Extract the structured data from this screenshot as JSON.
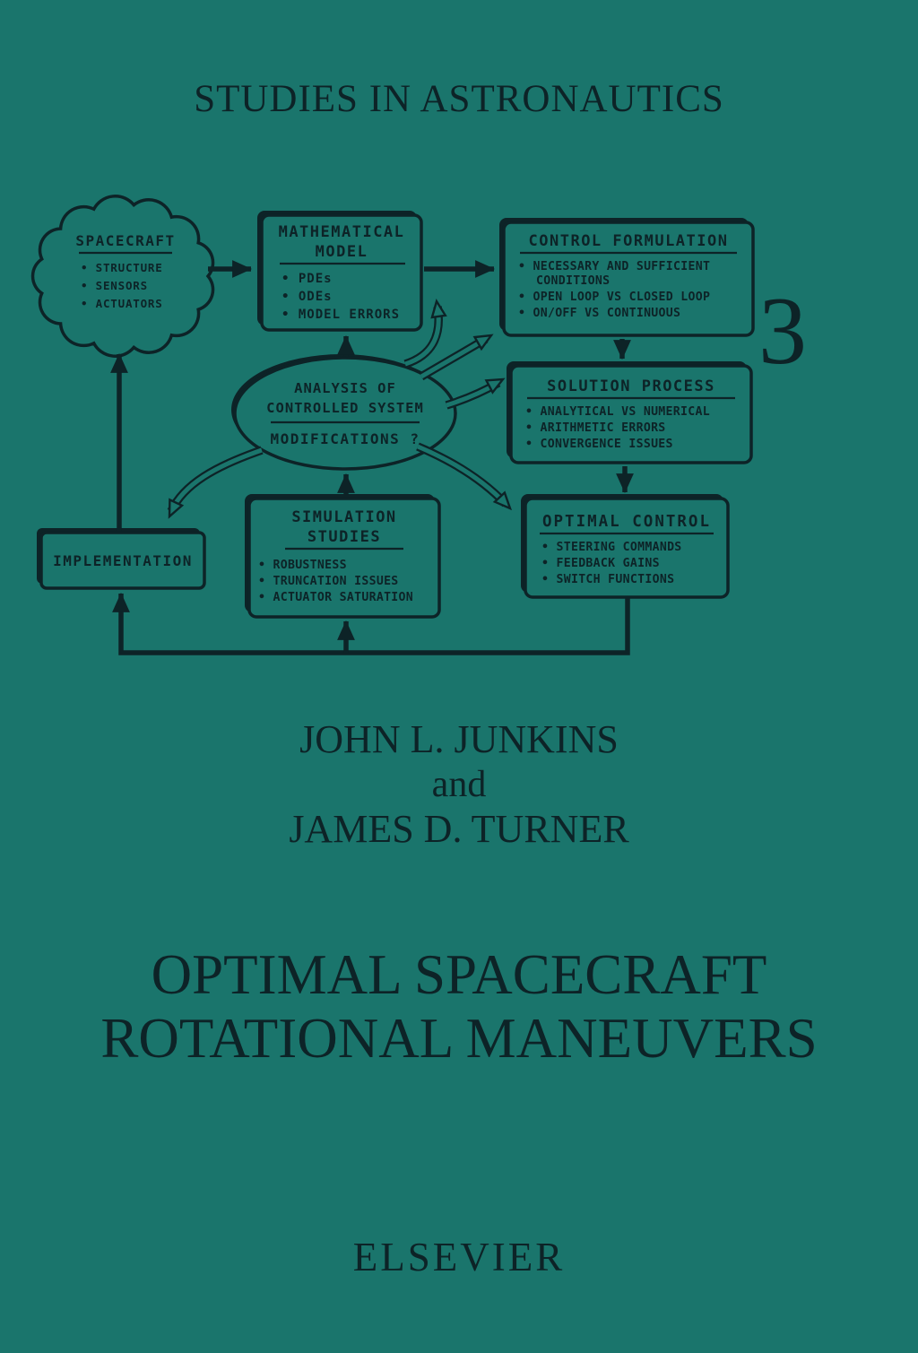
{
  "cover": {
    "series_title": "STUDIES IN ASTRONAUTICS",
    "volume_number": "3",
    "authors": [
      "JOHN L. JUNKINS",
      "JAMES D. TURNER"
    ],
    "author_separator": "and",
    "title_line1": "OPTIMAL SPACECRAFT",
    "title_line2": "ROTATIONAL MANEUVERS",
    "publisher": "ELSEVIER",
    "colors": {
      "background": "#1A756C",
      "ink": "#0D2327"
    }
  },
  "diagram": {
    "spacecraft": {
      "title": "SPACECRAFT",
      "items": [
        "• STRUCTURE",
        "• SENSORS",
        "• ACTUATORS"
      ]
    },
    "mathematical_model": {
      "title_line1": "MATHEMATICAL",
      "title_line2": "MODEL",
      "items": [
        "• PDEs",
        "• ODEs",
        "• MODEL ERRORS"
      ]
    },
    "control_formulation": {
      "title": "CONTROL FORMULATION",
      "items": [
        "• NECESSARY AND SUFFICIENT",
        "CONDITIONS",
        "• OPEN LOOP VS CLOSED LOOP",
        "• ON/OFF VS CONTINUOUS"
      ]
    },
    "solution_process": {
      "title": "SOLUTION PROCESS",
      "items": [
        "• ANALYTICAL VS NUMERICAL",
        "• ARITHMETIC ERRORS",
        "• CONVERGENCE ISSUES"
      ]
    },
    "optimal_control": {
      "title": "OPTIMAL CONTROL",
      "items": [
        "• STEERING COMMANDS",
        "• FEEDBACK GAINS",
        "• SWITCH FUNCTIONS"
      ]
    },
    "analysis": {
      "line1": "ANALYSIS OF",
      "line2": "CONTROLLED SYSTEM",
      "line3": "MODIFICATIONS ?"
    },
    "simulation_studies": {
      "title_line1": "SIMULATION",
      "title_line2": "STUDIES",
      "items": [
        "• ROBUSTNESS",
        "• TRUNCATION ISSUES",
        "• ACTUATOR SATURATION"
      ]
    },
    "implementation": {
      "title": "IMPLEMENTATION"
    }
  }
}
